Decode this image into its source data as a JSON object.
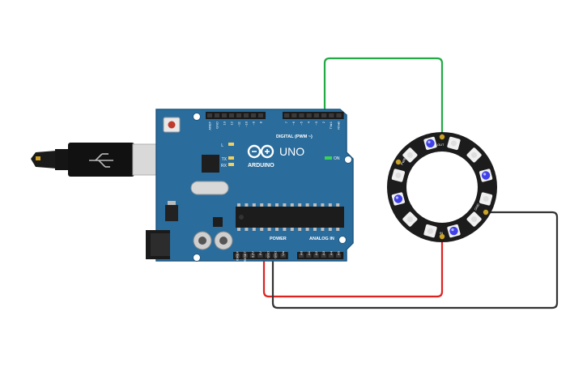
{
  "board": {
    "name": "UNO",
    "brand": "ARDUINO",
    "digital_label": "DIGITAL (PWM ~)",
    "power_label": "POWER",
    "analog_label": "ANALOG IN",
    "on_label": "ON",
    "led_l": "L",
    "led_tx": "TX",
    "led_rx": "RX",
    "digital_pins": [
      "AREF",
      "GND",
      "13",
      "12",
      "~11",
      "~10",
      "~9",
      "8",
      "7",
      "~6",
      "~5",
      "4",
      "~3",
      "2",
      "TX▸1",
      "RX◂0"
    ],
    "power_pins": [
      "IOREF",
      "RESET",
      "3.3V",
      "5V",
      "GND",
      "GND",
      "Vin"
    ],
    "analog_pins": [
      "A0",
      "A1",
      "A2",
      "A3",
      "A4",
      "A5"
    ],
    "colors": {
      "pcb": "#2a6c9c",
      "pcb_edge": "#1f5880",
      "silk": "#ffffff"
    }
  },
  "ring": {
    "labels": {
      "in": "IN",
      "pwr": "PWR",
      "gnd": "GND",
      "out": "OUT"
    },
    "led_count": 12,
    "lit_color": "#4040e8"
  },
  "wires": {
    "data": {
      "color": "#22aa44"
    },
    "power": {
      "color": "#dd2222"
    },
    "ground": {
      "color": "#333333"
    }
  },
  "usb_cable": {
    "color": "#111111"
  }
}
